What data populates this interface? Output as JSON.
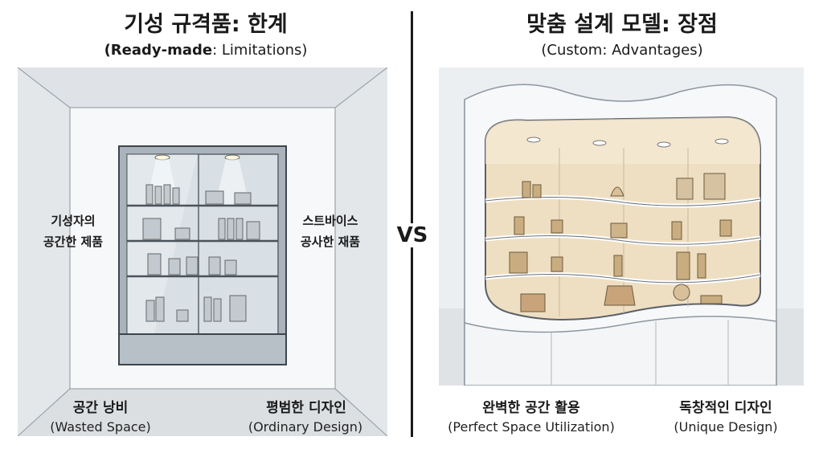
{
  "left": {
    "title": "기성 규격품: 한계",
    "subtitle_bold": "(Ready-made",
    "subtitle_rest": ": Limitations)",
    "side_left": [
      "기성자의",
      "공간한 제품"
    ],
    "side_right": [
      "스트바이스",
      "공사한 재품"
    ],
    "bottom_left": {
      "ko": "공간 낭비",
      "en": "(Wasted Space)"
    },
    "bottom_right": {
      "ko": "평범한 디자인",
      "en": "(Ordinary Design)"
    }
  },
  "center": {
    "vs": "VS"
  },
  "right": {
    "title": "맞춤 설계 모델: 장점",
    "subtitle": "(Custom: Advantages)",
    "bottom_left": {
      "ko": "완벽한 공간 활용",
      "en": "(Perfect Space Utilization)"
    },
    "bottom_right": {
      "ko": "독창적인 디자인",
      "en": "(Unique Design)"
    }
  },
  "colors": {
    "text": "#1a1a1a",
    "wall": "#e9ecef",
    "glass": "#c9d3da",
    "warm_light": "#f1e2c6"
  }
}
